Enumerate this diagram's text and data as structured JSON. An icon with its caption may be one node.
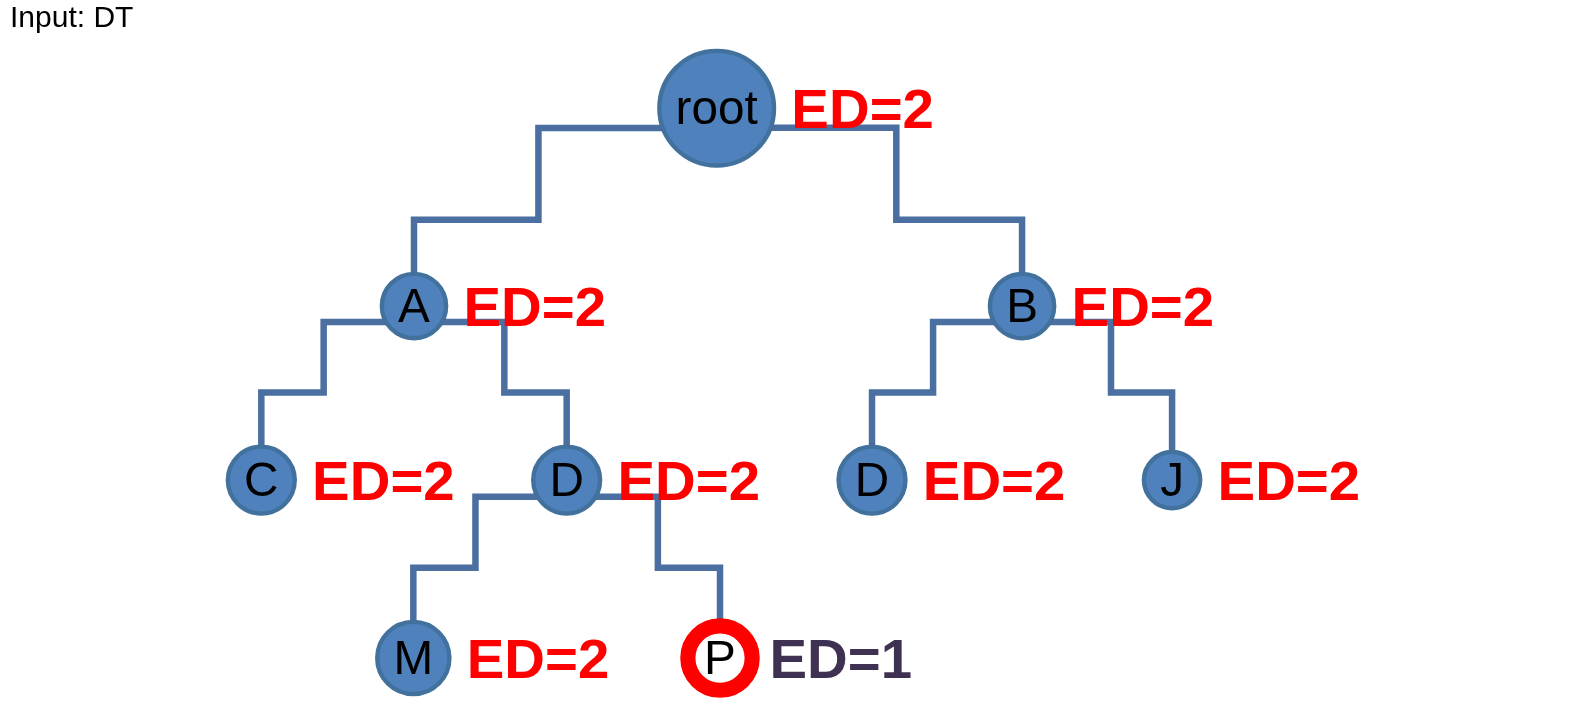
{
  "diagram": {
    "title": "Input: DT",
    "nodes": [
      {
        "text": [
          "root"
        ],
        "beside": [
          "ED=2"
        ]
      },
      {
        "text": [
          "A"
        ],
        "beside": [
          "ED=2"
        ]
      },
      {
        "text": [
          "B"
        ],
        "beside": [
          "ED=2"
        ]
      },
      {
        "text": [
          "C"
        ],
        "beside": [
          "ED=2"
        ]
      },
      {
        "text": [
          "D"
        ],
        "beside": [
          "ED=2"
        ]
      },
      {
        "text": [
          "D"
        ],
        "beside": [
          "ED=2"
        ]
      },
      {
        "text": [
          "J"
        ],
        "beside": [
          "ED=2"
        ]
      },
      {
        "text": [
          "M"
        ],
        "beside": [
          "ED=2"
        ]
      },
      {
        "text": [
          "P"
        ],
        "beside": [
          "ED=1"
        ]
      }
    ],
    "edges": [
      {
        "from": 0,
        "to": 1,
        "arrow": "none"
      },
      {
        "from": 0,
        "to": 2,
        "arrow": "none"
      },
      {
        "from": 1,
        "to": 3,
        "arrow": "none"
      },
      {
        "from": 1,
        "to": 4,
        "arrow": "none"
      },
      {
        "from": 2,
        "to": 5,
        "arrow": "none"
      },
      {
        "from": 2,
        "to": 6,
        "arrow": "none"
      },
      {
        "from": 4,
        "to": 7,
        "arrow": "none"
      },
      {
        "from": 4,
        "to": 8,
        "arrow": "none"
      }
    ]
  }
}
